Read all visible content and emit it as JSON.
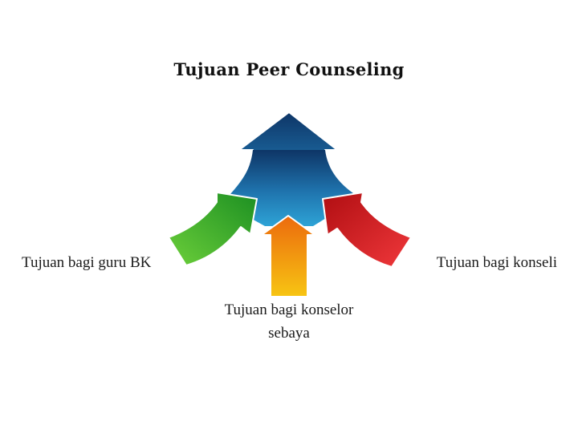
{
  "title": "Tujuan Peer Counseling",
  "labels": {
    "left": "Tujuan bagi guru BK",
    "right": "Tujuan bagi konseli",
    "bottom_line1": "Tujuan bagi konselor",
    "bottom_line2": "sebaya"
  },
  "colors": {
    "blue_top": "#0e3566",
    "blue_bottom": "#2ea3d6",
    "green_light": "#6ccf3a",
    "green_dark": "#1c8f22",
    "red_light": "#f0383b",
    "red_dark": "#b00e12",
    "orange_top": "#ec6a0d",
    "orange_bottom": "#f7c513"
  }
}
